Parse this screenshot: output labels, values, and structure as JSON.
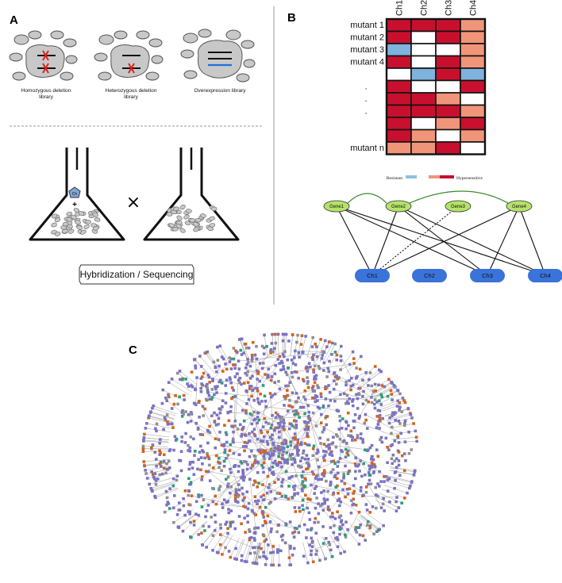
{
  "panels": {
    "a": {
      "letter": "A",
      "libraries": [
        {
          "label_line1": "Homozygous deletion",
          "label_line2": "library"
        },
        {
          "label_line1": "Heterozygous deletion",
          "label_line2": "library"
        },
        {
          "label_line1": "Overexpression library",
          "label_line2": ""
        }
      ],
      "compound_label": "Ch",
      "plus": "+",
      "cross": "×",
      "method_box": "Hybridization / Sequencing"
    },
    "b": {
      "letter": "B",
      "columns": [
        "Ch1",
        "Ch2",
        "Ch3",
        "Ch4"
      ],
      "row_labels": [
        "mutant 1",
        "mutant 2",
        "mutant 3",
        "mutant 4",
        "",
        ".",
        ".",
        ".",
        "",
        "",
        "mutant n"
      ],
      "heatmap": [
        [
          "red",
          "red",
          "red",
          "salmon"
        ],
        [
          "red",
          "white",
          "red",
          "salmon"
        ],
        [
          "blue",
          "white",
          "white",
          "salmon"
        ],
        [
          "red",
          "white",
          "red",
          "salmon"
        ],
        [
          "white",
          "blue",
          "red",
          "blue"
        ],
        [
          "red",
          "white",
          "white",
          "red"
        ],
        [
          "red",
          "red",
          "salmon",
          "white"
        ],
        [
          "red",
          "red",
          "red",
          "salmon"
        ],
        [
          "red",
          "white",
          "salmon",
          "red"
        ],
        [
          "red",
          "salmon",
          "white",
          "salmon"
        ],
        [
          "salmon",
          "salmon",
          "red",
          "white"
        ]
      ],
      "legend": {
        "resistant": "Resistant",
        "hypersensitive": "Hypersensitive"
      },
      "genes": [
        "Gene1",
        "Gene2",
        "Gene3",
        "Gene4"
      ],
      "chemicals": [
        "Ch1",
        "Ch2",
        "Ch3",
        "Ch4"
      ],
      "colors": {
        "red": "#c8102e",
        "salmon": "#f0957a",
        "blue": "#7fb2dc",
        "white": "#ffffff",
        "gene_node": "#b5e36a",
        "chem_node": "#3a73d9",
        "gene_link": "#3d8a2a"
      }
    },
    "c": {
      "letter": "C",
      "node_colors": {
        "purple": "#7b73c1",
        "orange": "#d4641c",
        "green": "#2aa078",
        "edge": "#9a9a9a"
      }
    }
  }
}
